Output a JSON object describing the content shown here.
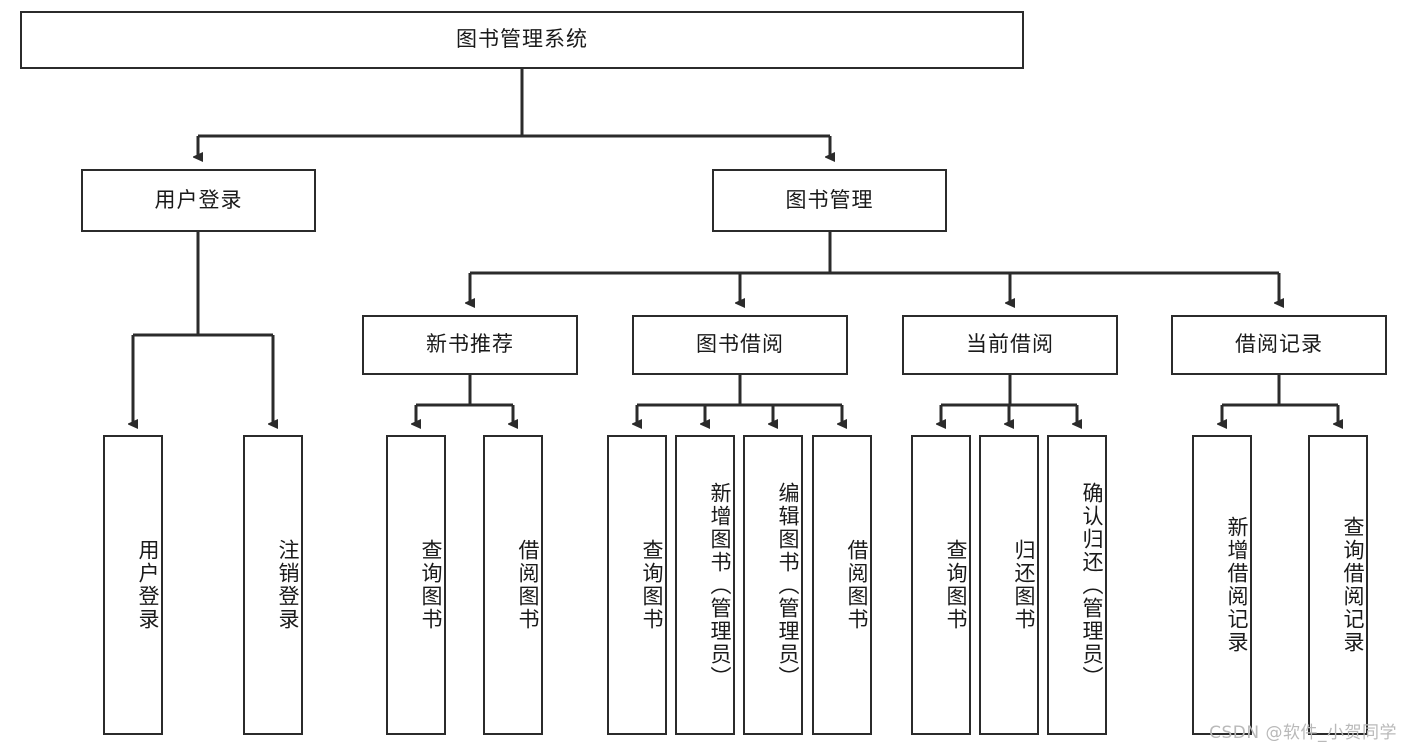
{
  "diagram": {
    "title": "图书管理系统",
    "type": "tree-hierarchy-diagram",
    "stroke_color": "#2b2b2b",
    "fill_color": "#ffffff",
    "text_color": "#1a1a1a"
  },
  "nodes": {
    "root": {
      "label": "图书管理系统"
    },
    "level2": [
      {
        "label": "用户登录"
      },
      {
        "label": "图书管理"
      }
    ],
    "level3": [
      {
        "label": "新书推荐"
      },
      {
        "label": "图书借阅"
      },
      {
        "label": "当前借阅"
      },
      {
        "label": "借阅记录"
      }
    ],
    "leaves": {
      "user_login": [
        {
          "label": "用户登录"
        },
        {
          "label": "注销登录"
        }
      ],
      "new_book_recommend": [
        {
          "label": "查询图书"
        },
        {
          "label": "借阅图书"
        }
      ],
      "book_borrow": [
        {
          "label": "查询图书"
        },
        {
          "label": "新增图书（管理员）"
        },
        {
          "label": "编辑图书（管理员）"
        },
        {
          "label": "借阅图书"
        }
      ],
      "current_borrow": [
        {
          "label": "查询图书"
        },
        {
          "label": "归还图书"
        },
        {
          "label": "确认归还（管理员）"
        }
      ],
      "borrow_record": [
        {
          "label": "新增借阅记录"
        },
        {
          "label": "查询借阅记录"
        }
      ]
    }
  },
  "watermark": {
    "text": "CSDN @软件_小贺同学"
  }
}
